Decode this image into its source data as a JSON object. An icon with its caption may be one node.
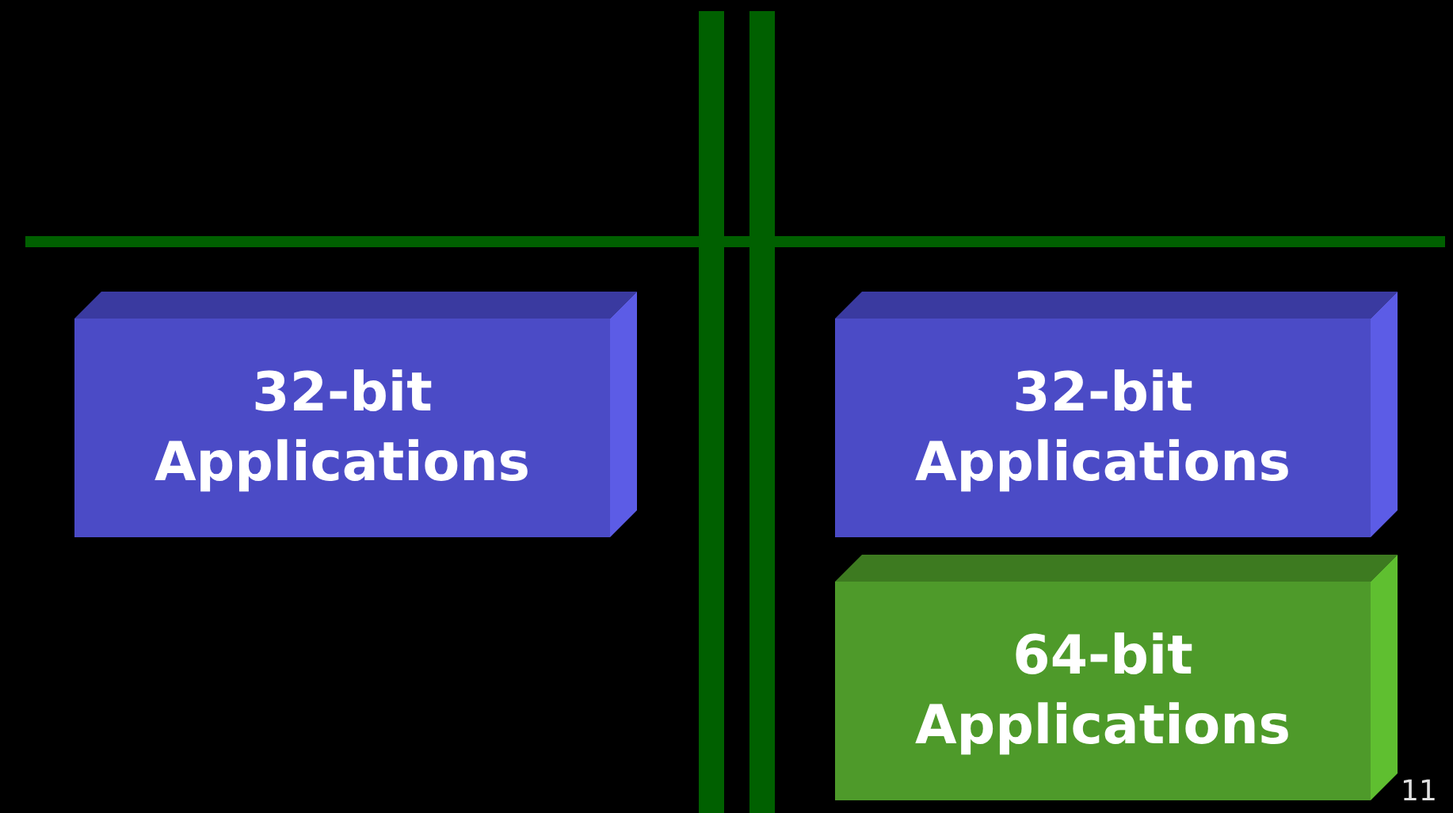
{
  "diagram": {
    "nodes": [
      {
        "text": [],
        "shape": "bar"
      },
      {
        "text": [],
        "shape": "bar"
      },
      {
        "text": [
          "32-bit Applications"
        ]
      },
      {
        "text": [
          "32-bit Applications"
        ]
      },
      {
        "text": [
          "64-bit Applications"
        ]
      }
    ],
    "labels": [
      "11"
    ]
  }
}
